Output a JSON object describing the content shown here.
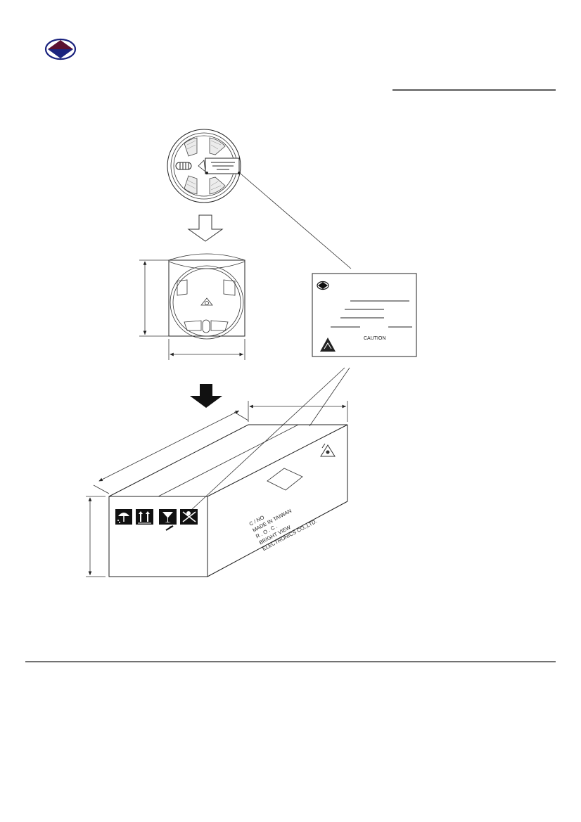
{
  "brand": {
    "logo_icon": "diamond-eye-logo-icon",
    "accent": "#1a237e",
    "accent2": "#5b1030"
  },
  "label_card": {
    "caution_text": "CAUTION"
  },
  "carton": {
    "marking_lines": [
      "C / NO",
      "MADE  IN  TAIWAN",
      "R .  O .  C .",
      "BRIGHT  VIEW",
      "ELECTRONICS  CO.,LTD."
    ],
    "handling_icons": [
      "umbrella-keep-dry-icon",
      "this-way-up-arrows-icon",
      "fragile-glass-icon",
      "do-not-stack-icon"
    ],
    "esd_icon": "esd-warning-icon"
  }
}
